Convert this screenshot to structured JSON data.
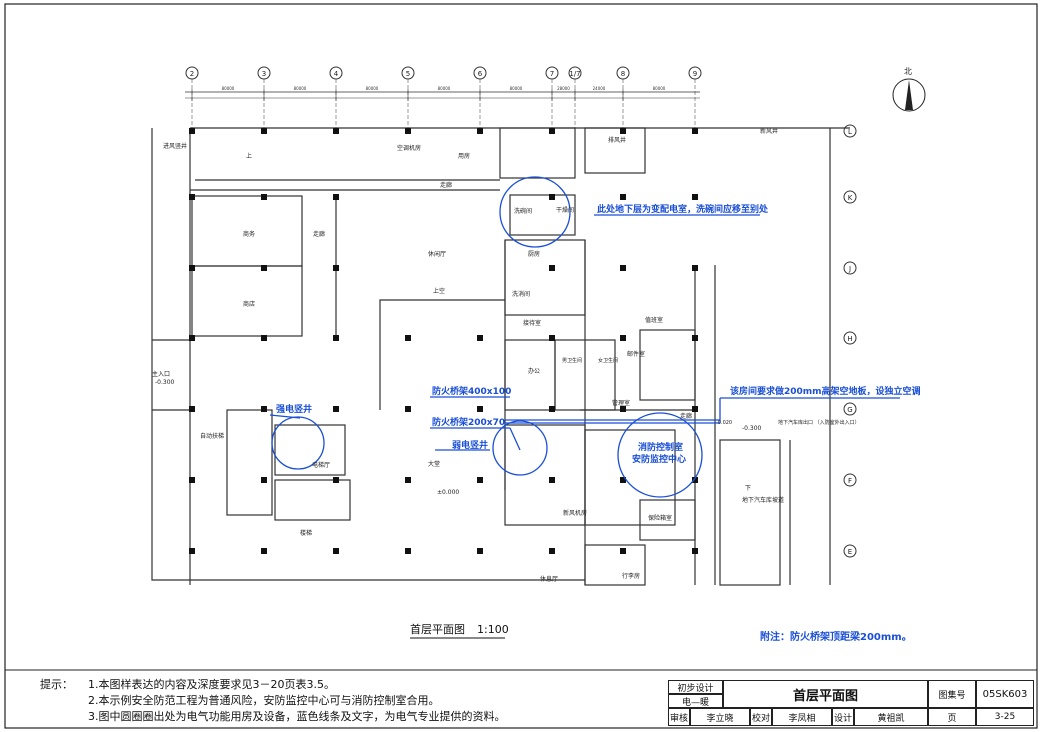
{
  "drawing": {
    "title": "首层平面图",
    "scale": "1:100",
    "north_label": "北",
    "footnote": "附注：防火桥架顶距梁200mm。"
  },
  "axes": {
    "top": [
      "2",
      "3",
      "4",
      "5",
      "6",
      "7",
      "1/7",
      "8",
      "9"
    ],
    "right": [
      "L",
      "K",
      "J",
      "H",
      "G",
      "F",
      "E"
    ]
  },
  "dimensions": [
    "80000",
    "80000",
    "80000",
    "80000",
    "80000",
    "28000",
    "24000",
    "80000"
  ],
  "rooms": {
    "shop1": "商务",
    "shop2": "商店",
    "corridor": "走廊",
    "corridor2": "走廊",
    "corridor3": "走廊",
    "hall_upper": "休闲厅",
    "upper_void": "上空",
    "lobby": "大堂",
    "lobby_elev": "±0.000",
    "office": "办公",
    "air_room": "空调机房",
    "utility": "用房",
    "fresh_air_shaft": "进风竖井",
    "exhaust_shaft": "排风井",
    "smoke_shaft": "新风井",
    "wash_room": "洗碗间",
    "dry_room": "干燥间",
    "kitchen": "厨房",
    "washing": "洗消间",
    "reception": "接待室",
    "postal": "邮件室",
    "duty": "值班室",
    "security_room": "保险箱室",
    "fan_room": "新风机房",
    "pipe_room": "管理室",
    "restroom_m": "男卫生间",
    "restroom_f": "女卫生间",
    "elevator_hall": "电梯厅",
    "stairs": "楼梯",
    "auto_door": "自动扶梯",
    "entrance": "主入口",
    "rest_hall": "休息厅",
    "baggage": "行李房",
    "firefight_room": "消防控制室",
    "security_center": "安防监控中心",
    "garage_ramp": "地下汽车库坡道",
    "garage_entry": "地下汽车库出口\n（入防室外出入口）",
    "elev_neg": "-0.300",
    "elev_neg2": "-0.300",
    "elev_neg3": "-0.020",
    "ramp_label": "下",
    "up_label": "上"
  },
  "annotations": {
    "strong_shaft": "强电竖井",
    "weak_shaft": "弱电竖井",
    "tray_400": "防火桥架400x100",
    "tray_200": "防火桥架200x70",
    "substation_note": "此处地下层为变配电室，洗碗间应移至别处",
    "raised_floor_note": "该房间要求做200mm高架空地板，设独立空调"
  },
  "notes": {
    "prefix": "提示：",
    "items": [
      "1.本图样表达的内容及深度要求见3－20页表3.5。",
      "2.本示例安全防范工程为普通风险，安防监控中心可与消防控制室合用。",
      "3.图中圆圈圈出处为电气功能用房及设备，蓝色线条及文字，为电气专业提供的资料。"
    ]
  },
  "title_block": {
    "stage": "初步设计",
    "discipline": "电—暖",
    "drawing_name": "首层平面图",
    "atlas_label": "图集号",
    "atlas_no": "05SK603",
    "review_label": "审核",
    "reviewer": "李立晓",
    "check_label": "校对",
    "checker": "李凤相",
    "design_label": "设计",
    "designer": "黄祖凯",
    "page_label": "页",
    "page_no": "3-25"
  }
}
